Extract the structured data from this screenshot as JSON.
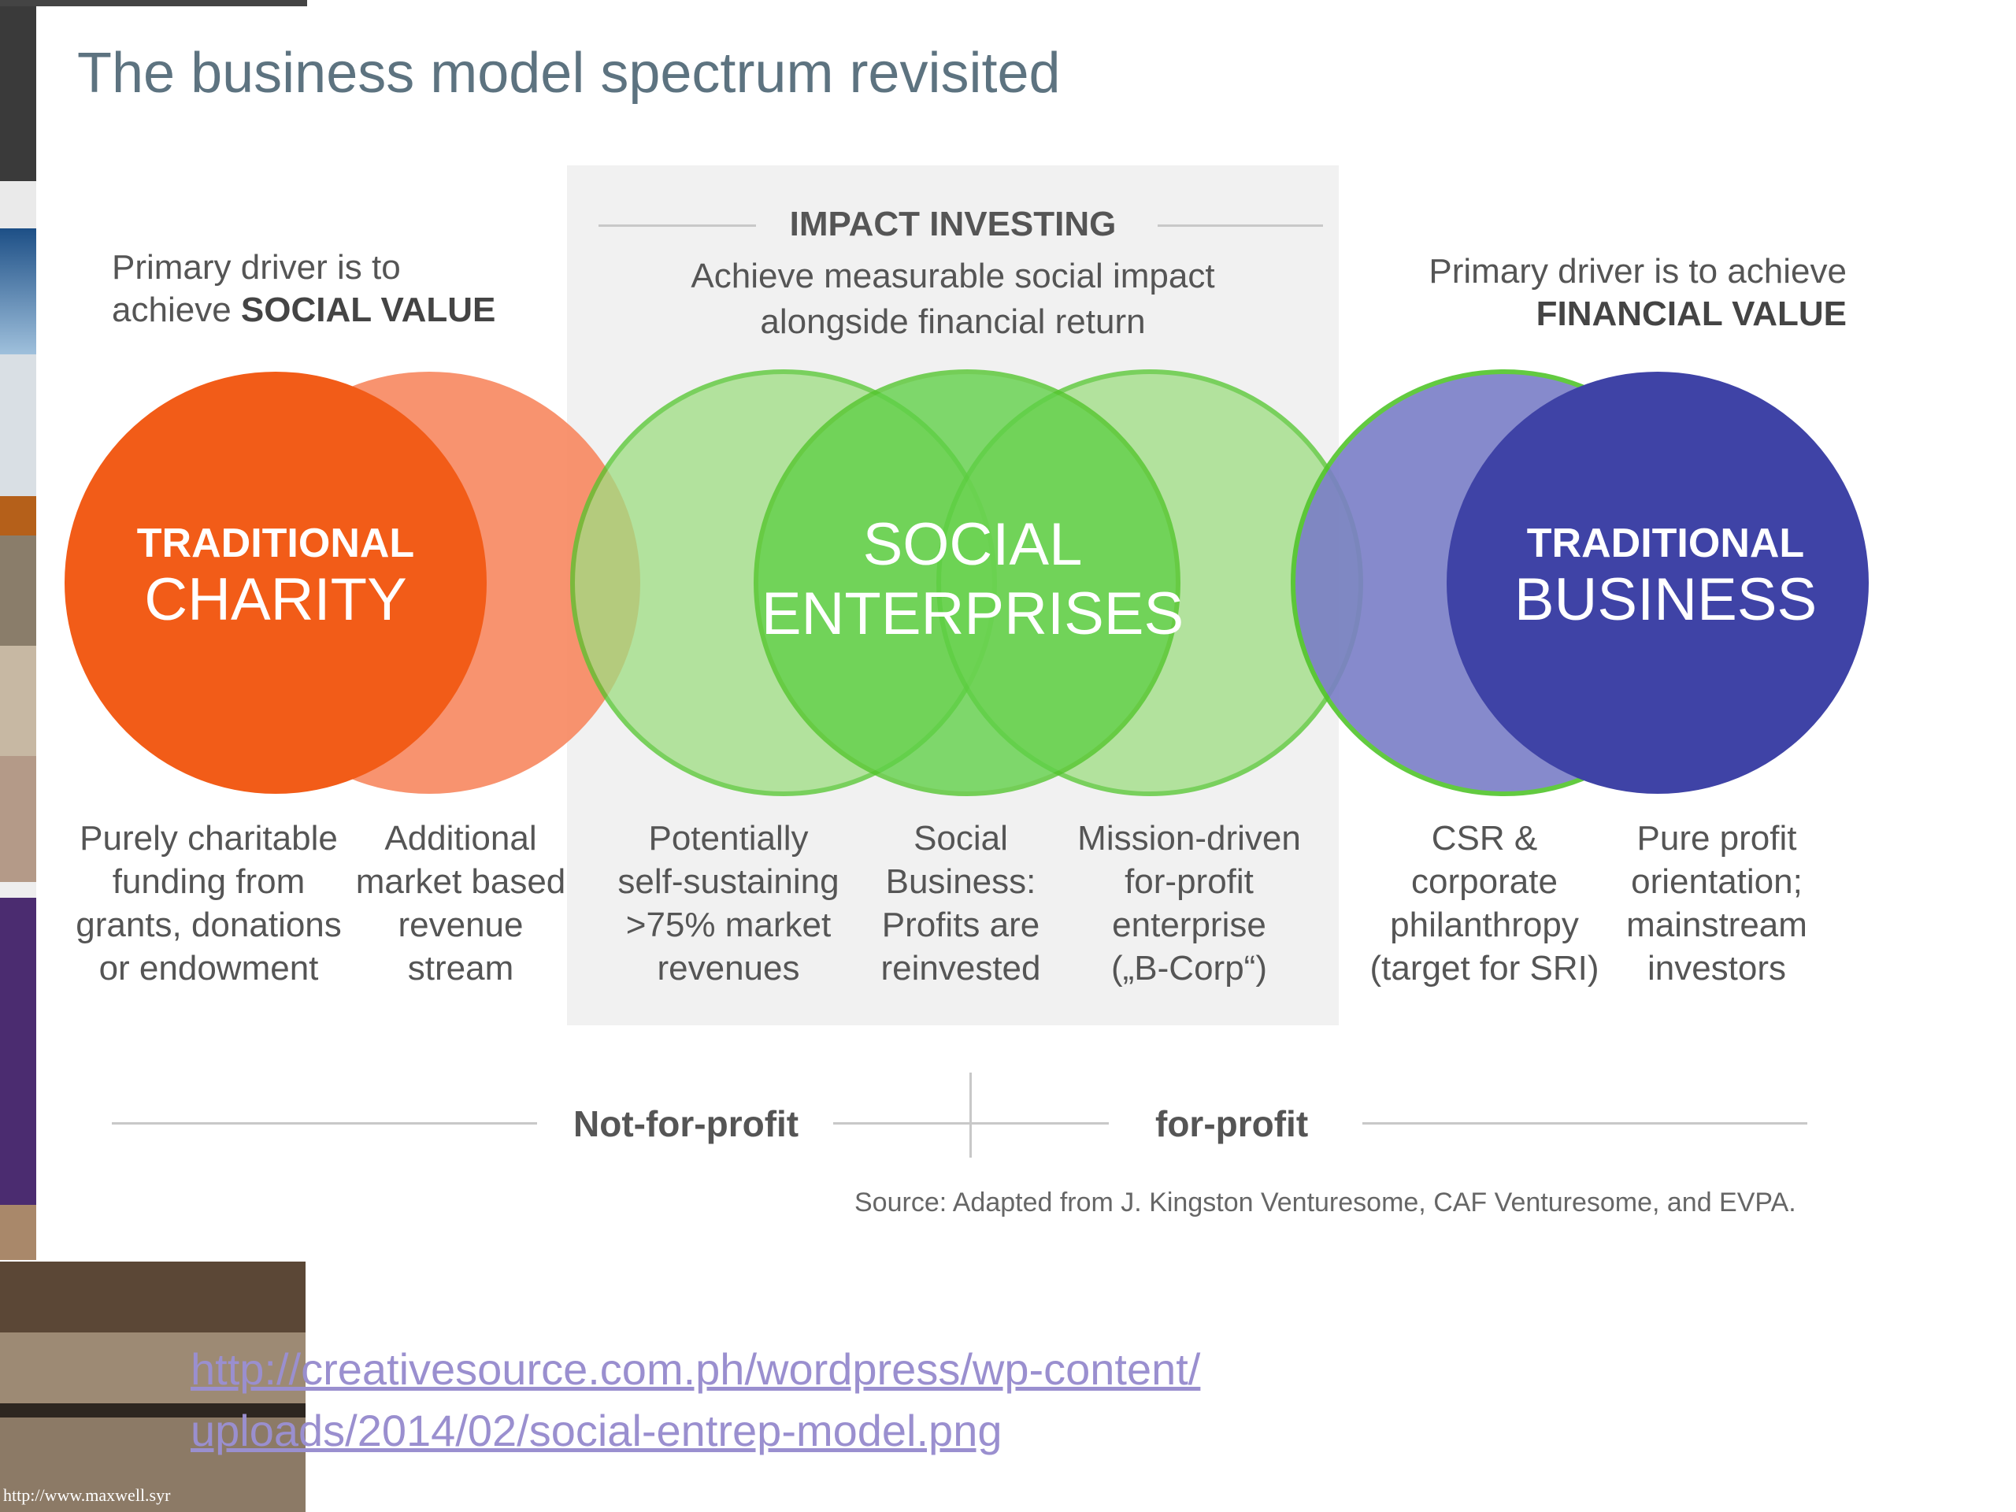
{
  "title": "The business model spectrum revisited",
  "impact": {
    "heading": "IMPACT INVESTING",
    "line1": "Achieve measurable social impact",
    "line2": "alongside financial return"
  },
  "left_driver": {
    "line1": "Primary driver is to",
    "prefix": "achieve ",
    "bold": "SOCIAL VALUE"
  },
  "right_driver": {
    "line1": "Primary driver is to achieve",
    "bold": "FINANCIAL VALUE"
  },
  "circles": {
    "charity": {
      "top": "TRADITIONAL",
      "bottom": "CHARITY"
    },
    "social": {
      "top": "SOCIAL",
      "bottom": "ENTERPRISES"
    },
    "business": {
      "top": "TRADITIONAL",
      "bottom": "BUSINESS"
    }
  },
  "descriptions": [
    "Purely charitable\nfunding from\ngrants, donations\nor endowment",
    "Additional\nmarket based\nrevenue\nstream",
    "Potentially\nself-sustaining\n>75% market\nrevenues",
    "Social\nBusiness:\nProfits are\nreinvested",
    "Mission-driven\nfor-profit\nenterprise\n(„B-Corp“)",
    "CSR &\ncorporate\nphilanthropy\n(target for SRI)",
    "Pure profit\norientation;\nmainstream\ninvestors"
  ],
  "axis": {
    "left": "Not-for-profit",
    "right": "for-profit"
  },
  "source": "Source: Adapted from J. Kingston Venturesome, CAF Venturesome, and EVPA.",
  "link": "http://creativesource.com.ph/wordpress/wp-content/uploads/2014/02/social-entrep-model.png",
  "strip_caption": "http://www.maxwell.syr",
  "colors": {
    "charity": "#f25c18",
    "charity_light": "#f7845b",
    "green_light": "#9ede82",
    "green": "#5fd046",
    "green_stroke": "#52c52c",
    "business": "#3f43a6",
    "business_light": "#7a7ec7",
    "panel": "#f1f1f1"
  }
}
